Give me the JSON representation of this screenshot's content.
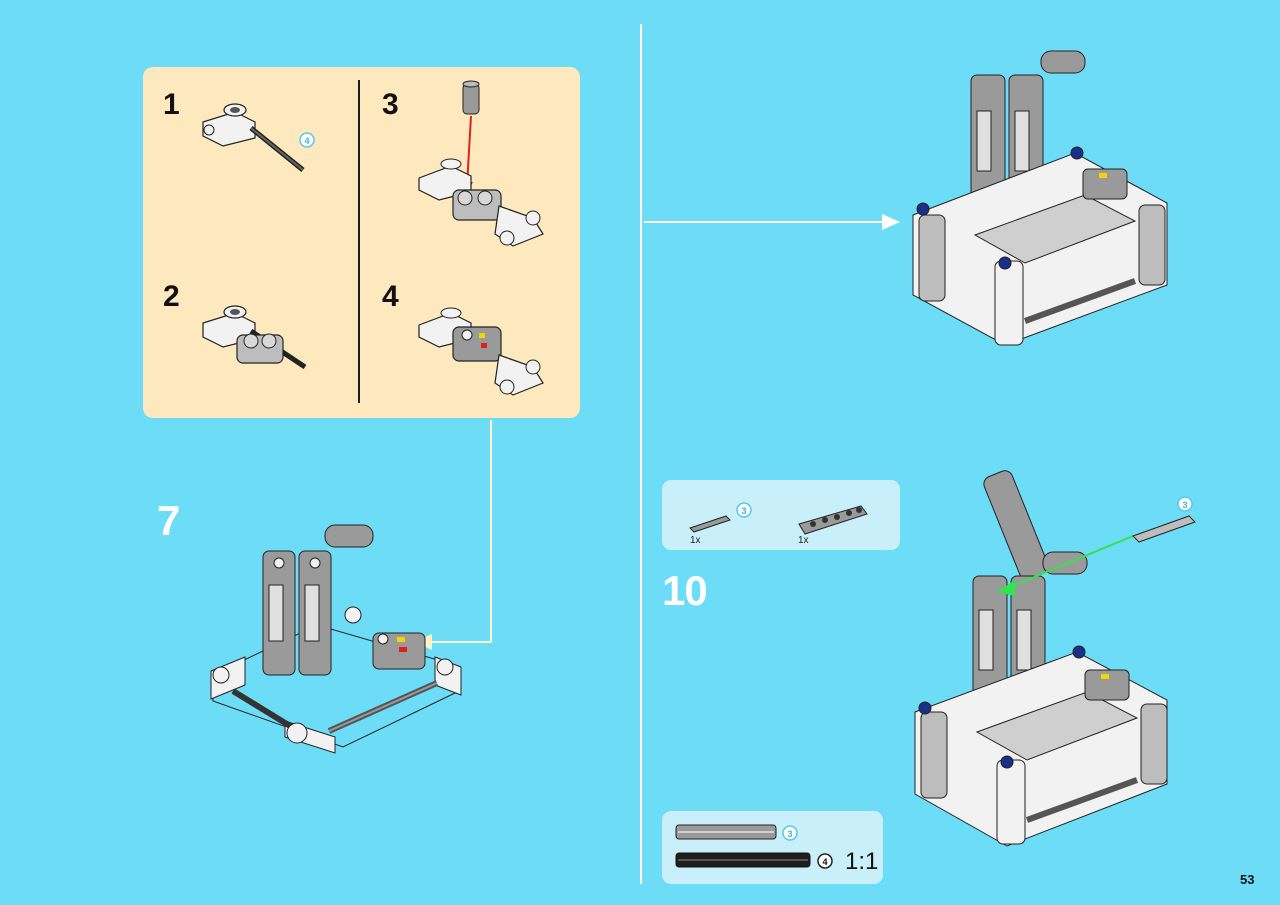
{
  "substeps": [
    {
      "number": "1"
    },
    {
      "number": "2"
    },
    {
      "number": "3"
    },
    {
      "number": "4"
    }
  ],
  "steps": {
    "step7": "7",
    "step10": "10"
  },
  "parts_list": {
    "items": [
      {
        "qty": "1x",
        "length": "3"
      },
      {
        "qty": "1x"
      }
    ]
  },
  "callout_length_1": "4",
  "step10_callout_length": "3",
  "reference": {
    "items": [
      {
        "length": "3"
      },
      {
        "length": "4"
      }
    ],
    "scale": "1:1"
  },
  "page_number": "53",
  "colors": {
    "background": "#6ddcf7",
    "panel": "#fde9bd",
    "red_arrow": "#e0201a",
    "green_arrow": "#2ee64a",
    "callout_arrow": "#fdf3c8"
  }
}
